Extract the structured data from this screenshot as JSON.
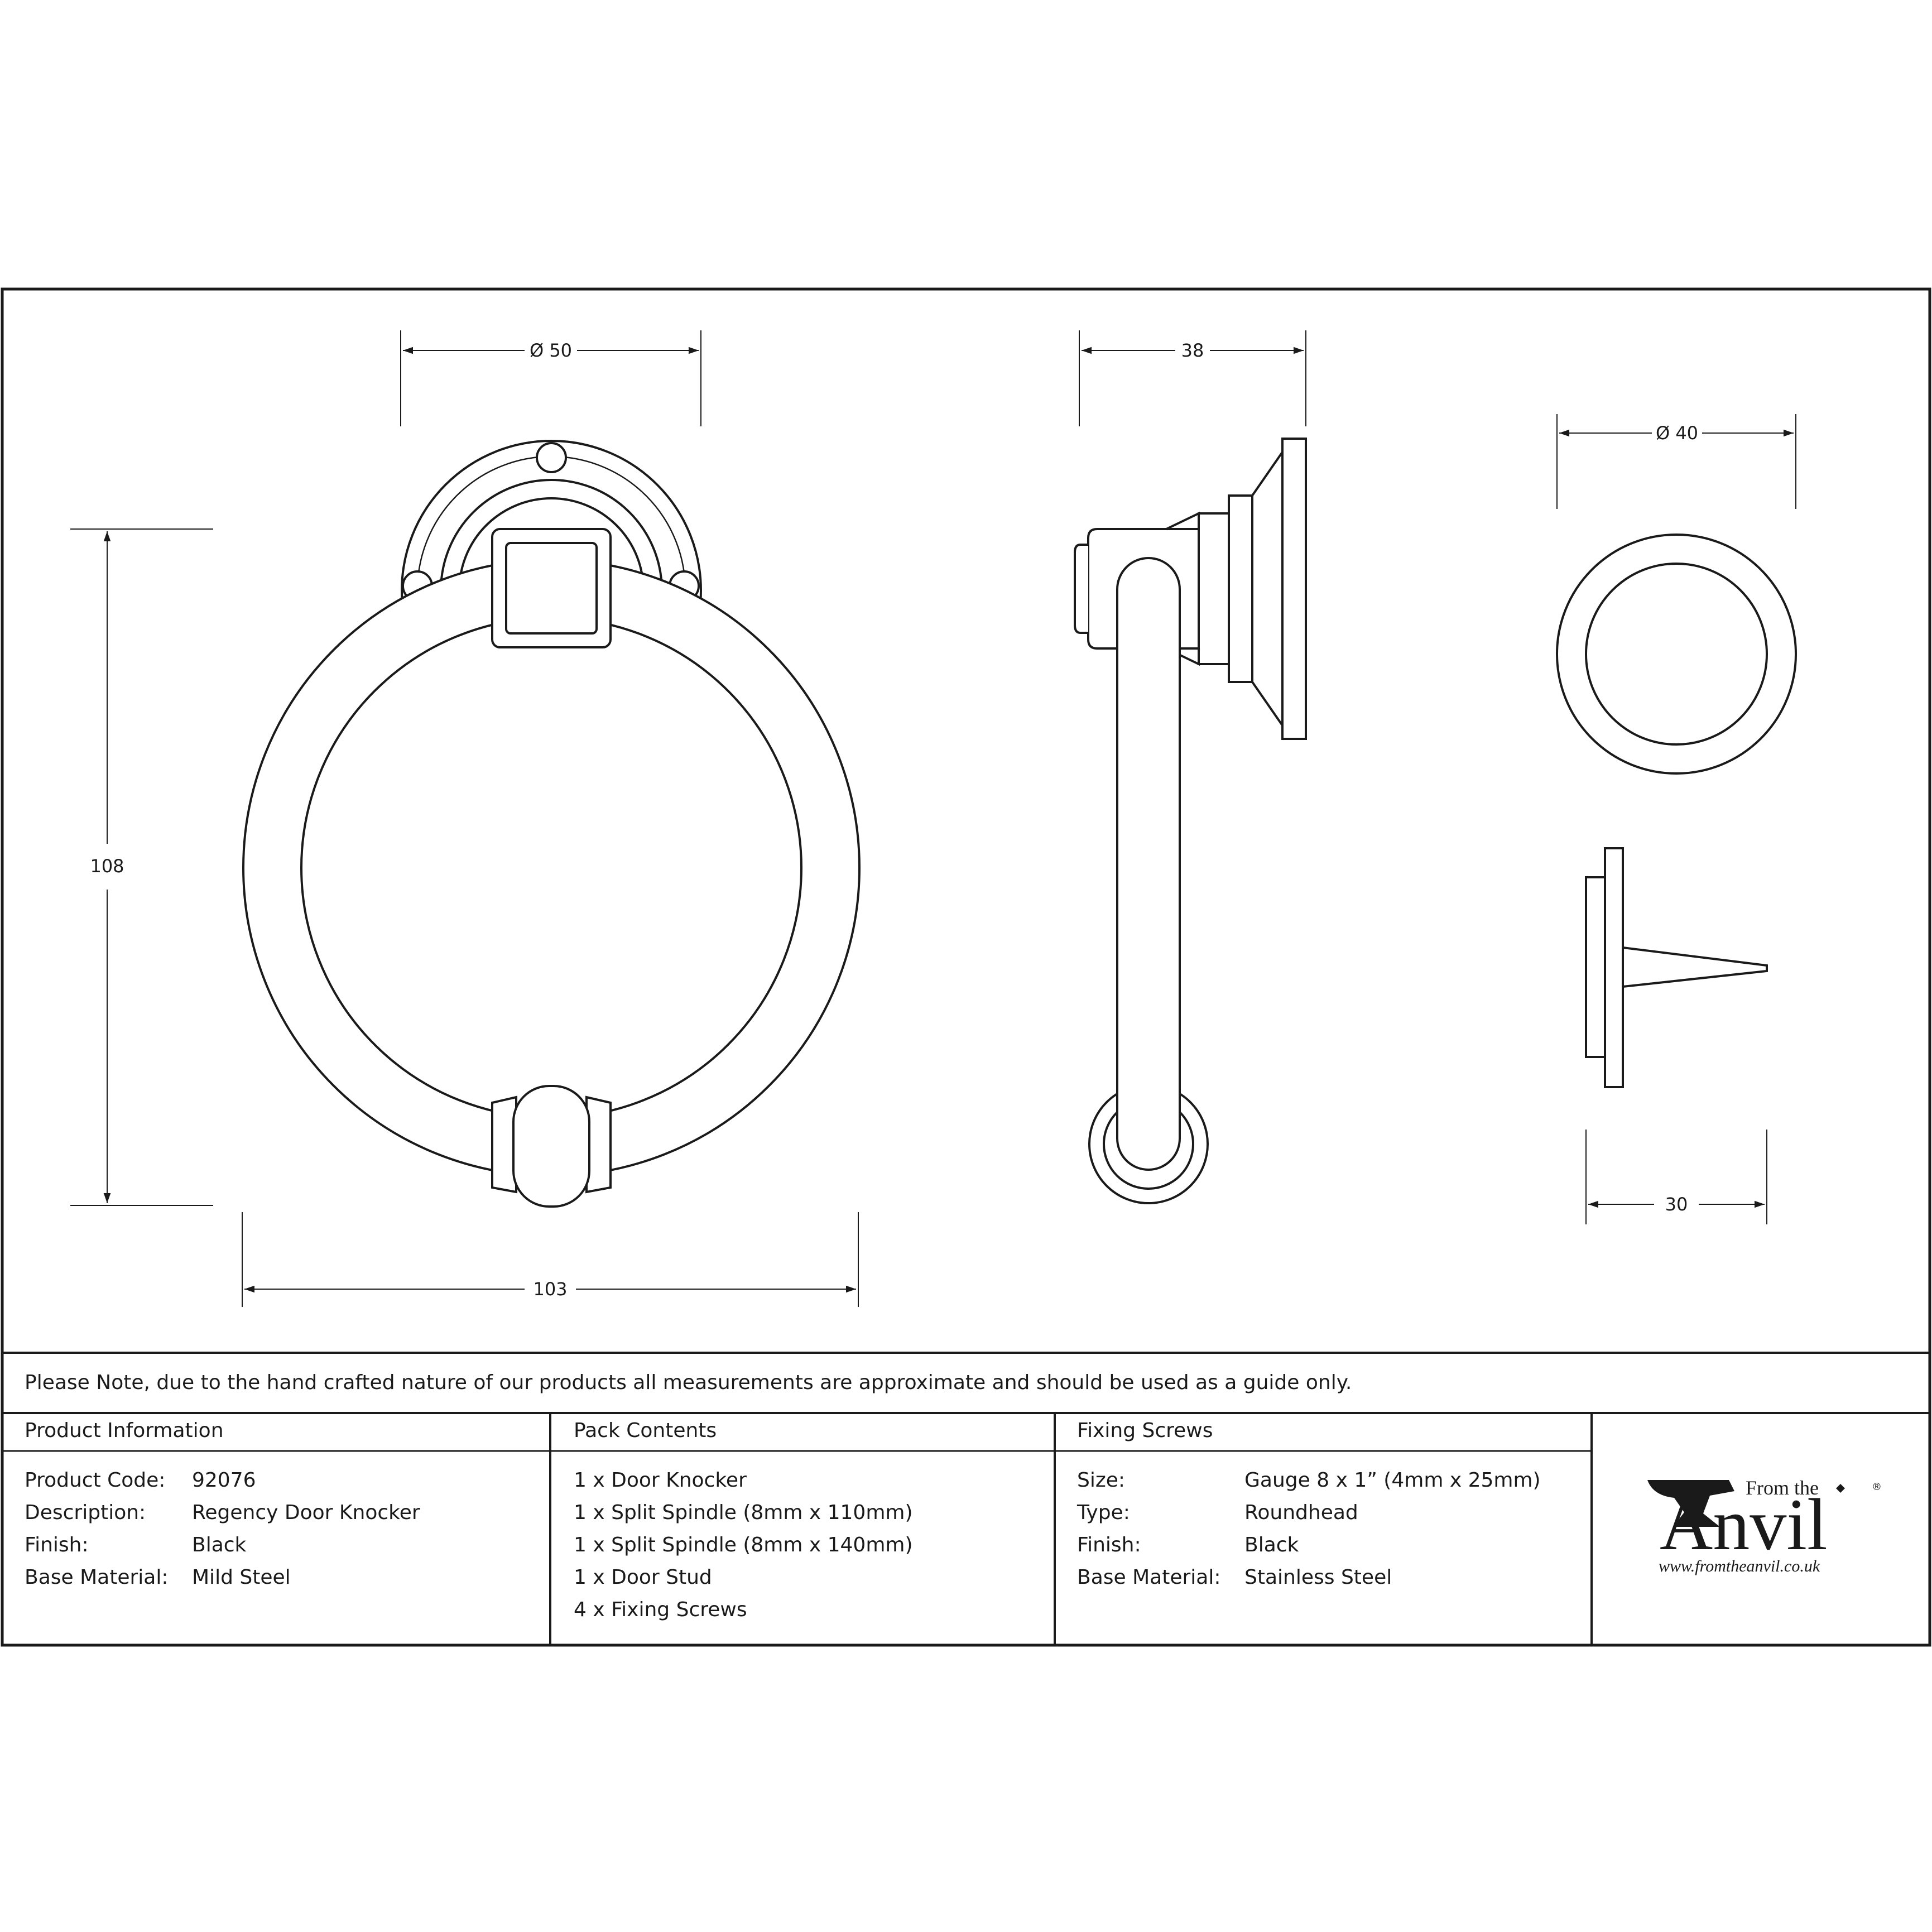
{
  "dimensions": {
    "rose_diameter": "Ø 50",
    "height": "108",
    "width": "103",
    "projection": "38",
    "stud_diameter": "Ø 40",
    "stud_projection": "30"
  },
  "note": "Please Note, due to the hand crafted nature of our products all measurements are approximate and should be used as a guide only.",
  "product_information": {
    "heading": "Product Information",
    "rows": [
      {
        "label": "Product Code:",
        "value": "92076"
      },
      {
        "label": "Description:",
        "value": "Regency Door Knocker"
      },
      {
        "label": "Finish:",
        "value": "Black"
      },
      {
        "label": "Base Material:",
        "value": "Mild Steel"
      }
    ]
  },
  "pack_contents": {
    "heading": "Pack Contents",
    "items": [
      "1 x Door Knocker",
      "1 x Split Spindle (8mm x 110mm)",
      "1 x Split Spindle (8mm x 140mm)",
      "1 x Door Stud",
      "4 x Fixing Screws"
    ]
  },
  "fixing_screws": {
    "heading": "Fixing Screws",
    "rows": [
      {
        "label": "Size:",
        "value": "Gauge 8 x 1” (4mm x 25mm)"
      },
      {
        "label": "Type:",
        "value": "Roundhead"
      },
      {
        "label": "Finish:",
        "value": "Black"
      },
      {
        "label": "Base Material:",
        "value": "Stainless Steel"
      }
    ]
  },
  "logo": {
    "from_the": "From the",
    "brand": "Anvil",
    "registered": "®",
    "website": "www.fromtheanvil.co.uk",
    "icon": "anvil-icon"
  }
}
